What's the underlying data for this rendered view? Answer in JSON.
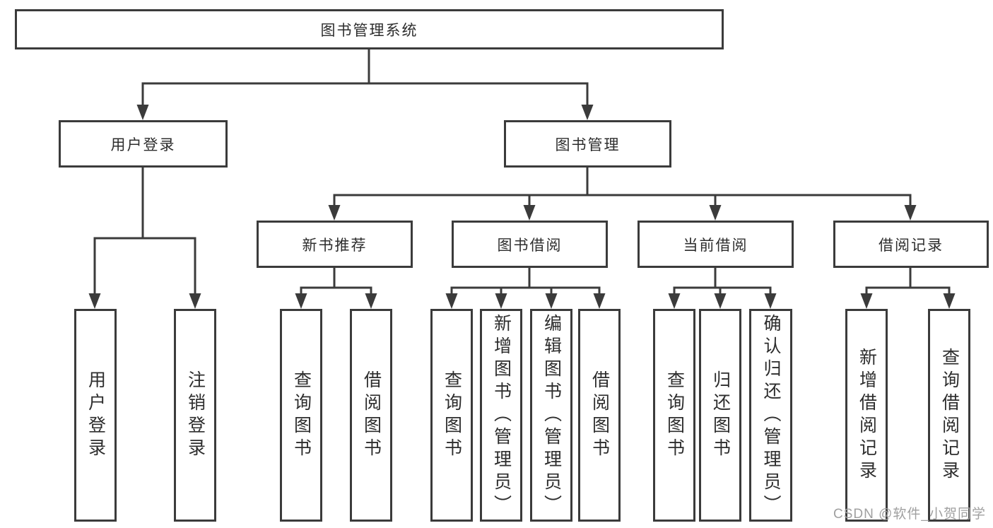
{
  "diagram": {
    "type": "tree",
    "line_color": "#3b3b3b",
    "text_color": "#2d2d2d",
    "background_color": "#ffffff",
    "root": {
      "label": "图书管理系统"
    },
    "branches": [
      {
        "label": "用户登录",
        "children": [
          {
            "label": "用户登录"
          },
          {
            "label": "注销登录"
          }
        ]
      },
      {
        "label": "图书管理",
        "children": [
          {
            "label": "新书推荐",
            "children": [
              {
                "label": "查询图书"
              },
              {
                "label": "借阅图书"
              }
            ]
          },
          {
            "label": "图书借阅",
            "children": [
              {
                "label": "查询图书"
              },
              {
                "label": "新增图书（管理员）"
              },
              {
                "label": "编辑图书（管理员）"
              },
              {
                "label": "借阅图书"
              }
            ]
          },
          {
            "label": "当前借阅",
            "children": [
              {
                "label": "查询图书"
              },
              {
                "label": "归还图书"
              },
              {
                "label": "确认归还（管理员）"
              }
            ]
          },
          {
            "label": "借阅记录",
            "children": [
              {
                "label": "新增借阅记录"
              },
              {
                "label": "查询借阅记录"
              }
            ]
          }
        ]
      }
    ]
  },
  "watermark": {
    "text": "CSDN @软件_小贺同学",
    "color": "#a0a0a0"
  }
}
